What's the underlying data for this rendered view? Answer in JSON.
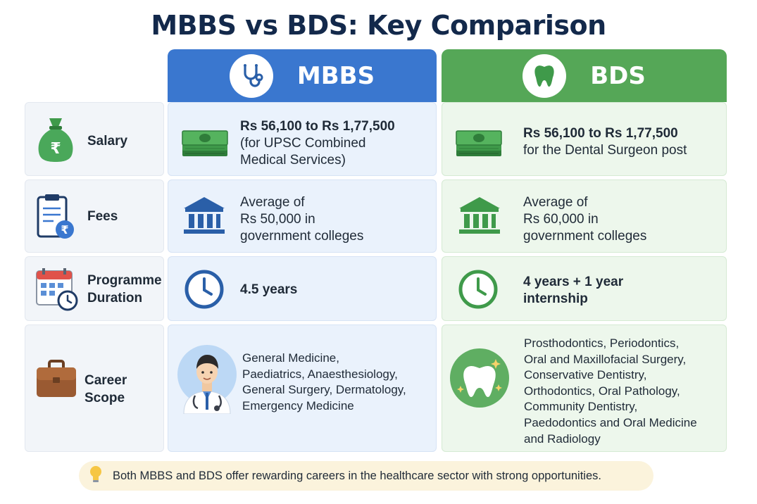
{
  "title": "MBBS vs BDS: Key Comparison",
  "columns": {
    "mbbs": {
      "label": "MBBS",
      "icon": "stethoscope-icon",
      "color": "#3a77cf"
    },
    "bds": {
      "label": "BDS",
      "icon": "tooth-icon",
      "color": "#55a757"
    }
  },
  "rows": {
    "salary": {
      "label": "Salary",
      "icon": "money-bag-icon",
      "mbbs": {
        "line1": "Rs 56,100 to Rs 1,77,500",
        "line2": "(for UPSC Combined",
        "line3": "Medical Services)"
      },
      "bds": {
        "line1": "Rs 56,100 to Rs 1,77,500",
        "line2": "for the Dental Surgeon post"
      }
    },
    "fees": {
      "label": "Fees",
      "icon": "clipboard-rupee-icon",
      "mbbs": {
        "line1": "Average of",
        "line2": "Rs 50,000 in",
        "line3": "government colleges"
      },
      "bds": {
        "line1": "Average of",
        "line2": "Rs 60,000 in",
        "line3": "government colleges"
      }
    },
    "duration": {
      "label_line1": "Programme",
      "label_line2": "Duration",
      "icon": "calendar-clock-icon",
      "mbbs": {
        "line1": "4.5 years"
      },
      "bds": {
        "line1": "4 years + 1 year",
        "line2": "internship"
      }
    },
    "career": {
      "label": "Career Scope",
      "icon": "briefcase-icon",
      "mbbs": {
        "lines": [
          "General Medicine,",
          "Paediatrics, Anaesthesiology,",
          "General Surgery, Dermatology,",
          "Emergency Medicine"
        ]
      },
      "bds": {
        "lines": [
          "Prosthodontics, Periodontics,",
          "Oral and Maxillofacial Surgery,",
          "Conservative Dentistry,",
          "Orthodontics, Oral Pathology,",
          "Community Dentistry,",
          "Paedodontics and Oral Medicine",
          "and Radiology"
        ]
      }
    }
  },
  "footer": {
    "text": "Both MBBS and BDS offer rewarding careers in the healthcare sector with strong opportunities.",
    "icon": "lightbulb-icon"
  }
}
